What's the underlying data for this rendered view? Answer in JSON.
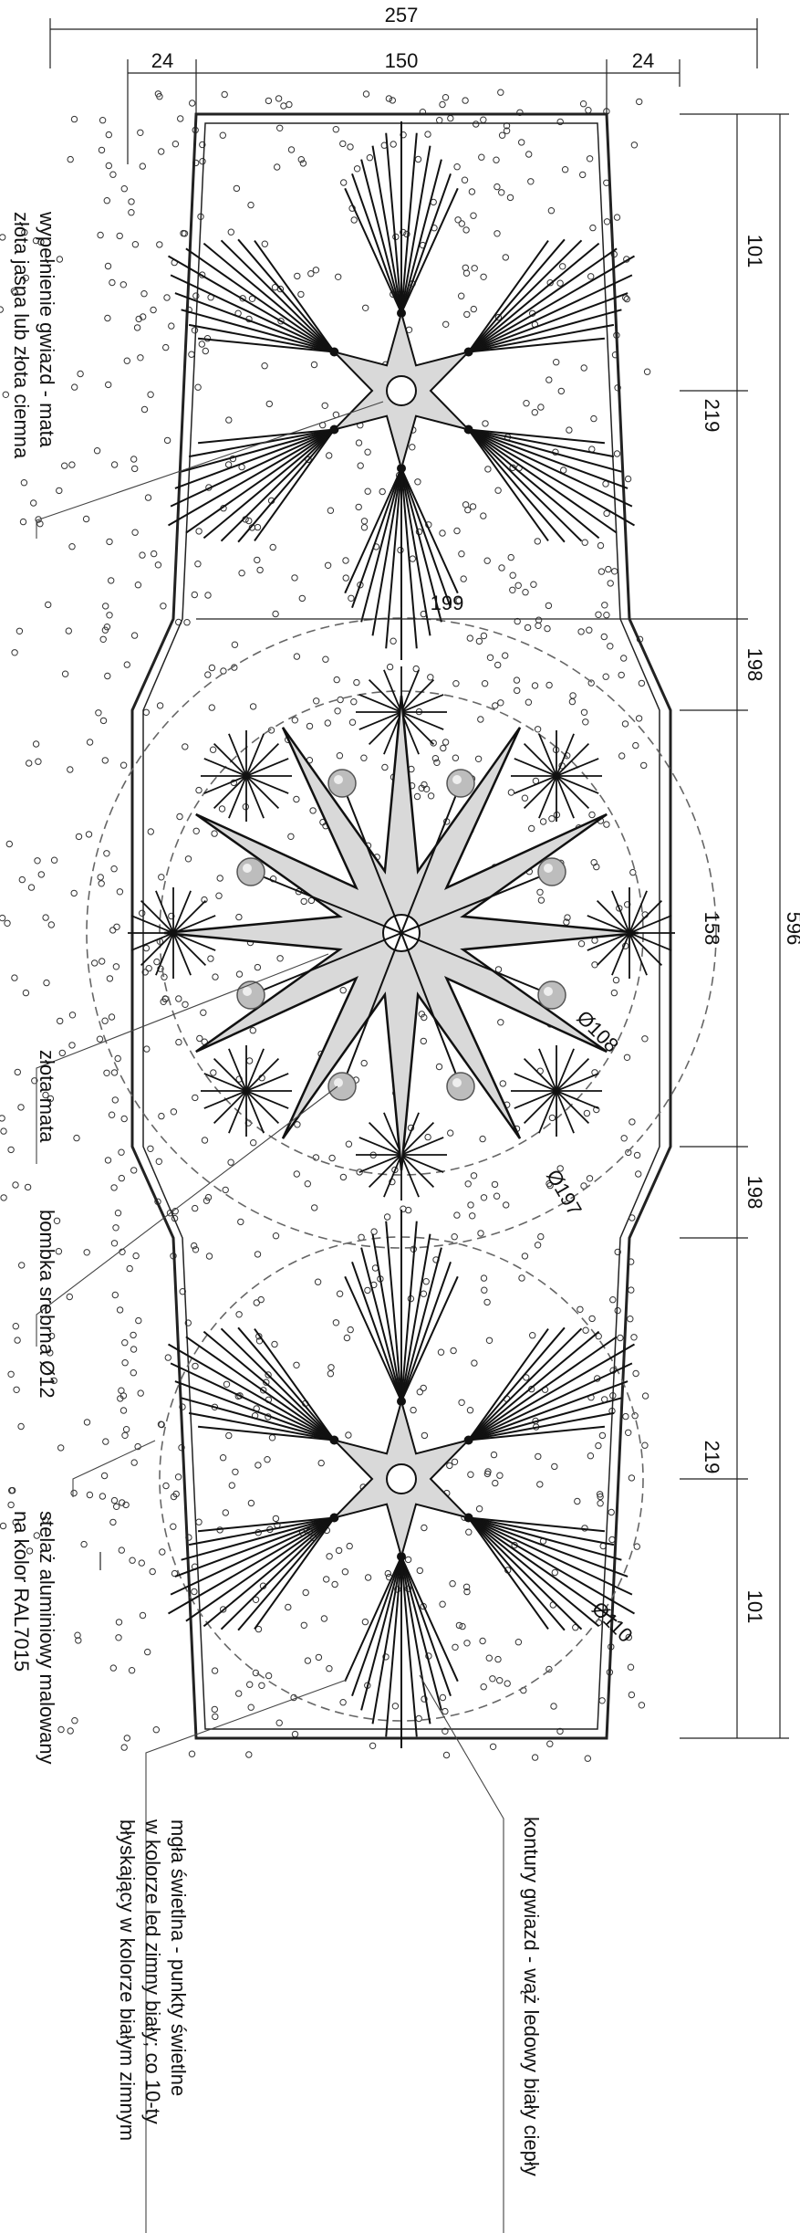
{
  "dimensions": {
    "overall_width": "257",
    "left_margin": "24",
    "center_width": "150",
    "right_margin": "24",
    "top_segment": "101",
    "top_star_segment": "219",
    "center_upper": "198",
    "center_middle": "158",
    "center_lower": "198",
    "bottom_star_segment": "219",
    "bottom_segment": "101",
    "overall_height": "596",
    "inner_center_width": "199",
    "diam_center_ring": "Ø108",
    "diam_outer_ring": "Ø197",
    "diam_bottom_ring": "Ø110"
  },
  "annotations": {
    "star_fill_line1": "wypełnienie gwiazd - mata",
    "star_fill_line2": "złota jasna lub złota ciemna",
    "gold_mat": "złota mata",
    "silver_bauble": "bombka srebrna Ø12",
    "frame_line1": "stelaż aluminiowy malowany",
    "frame_line2": "na kolor RAL7015",
    "mist_line1": "mgła świetlna - punkty świetlne",
    "mist_line2": "w kolorze led zimny biały; co 10-ty",
    "mist_line3": "błyskający w kolorze białym zimnym",
    "star_contours": "kontury gwiazd - wąż ledowy biały ciepły"
  },
  "colors": {
    "star_fill": "#d9d9d9",
    "line": "#222222",
    "bauble": "#bdbdbd"
  }
}
